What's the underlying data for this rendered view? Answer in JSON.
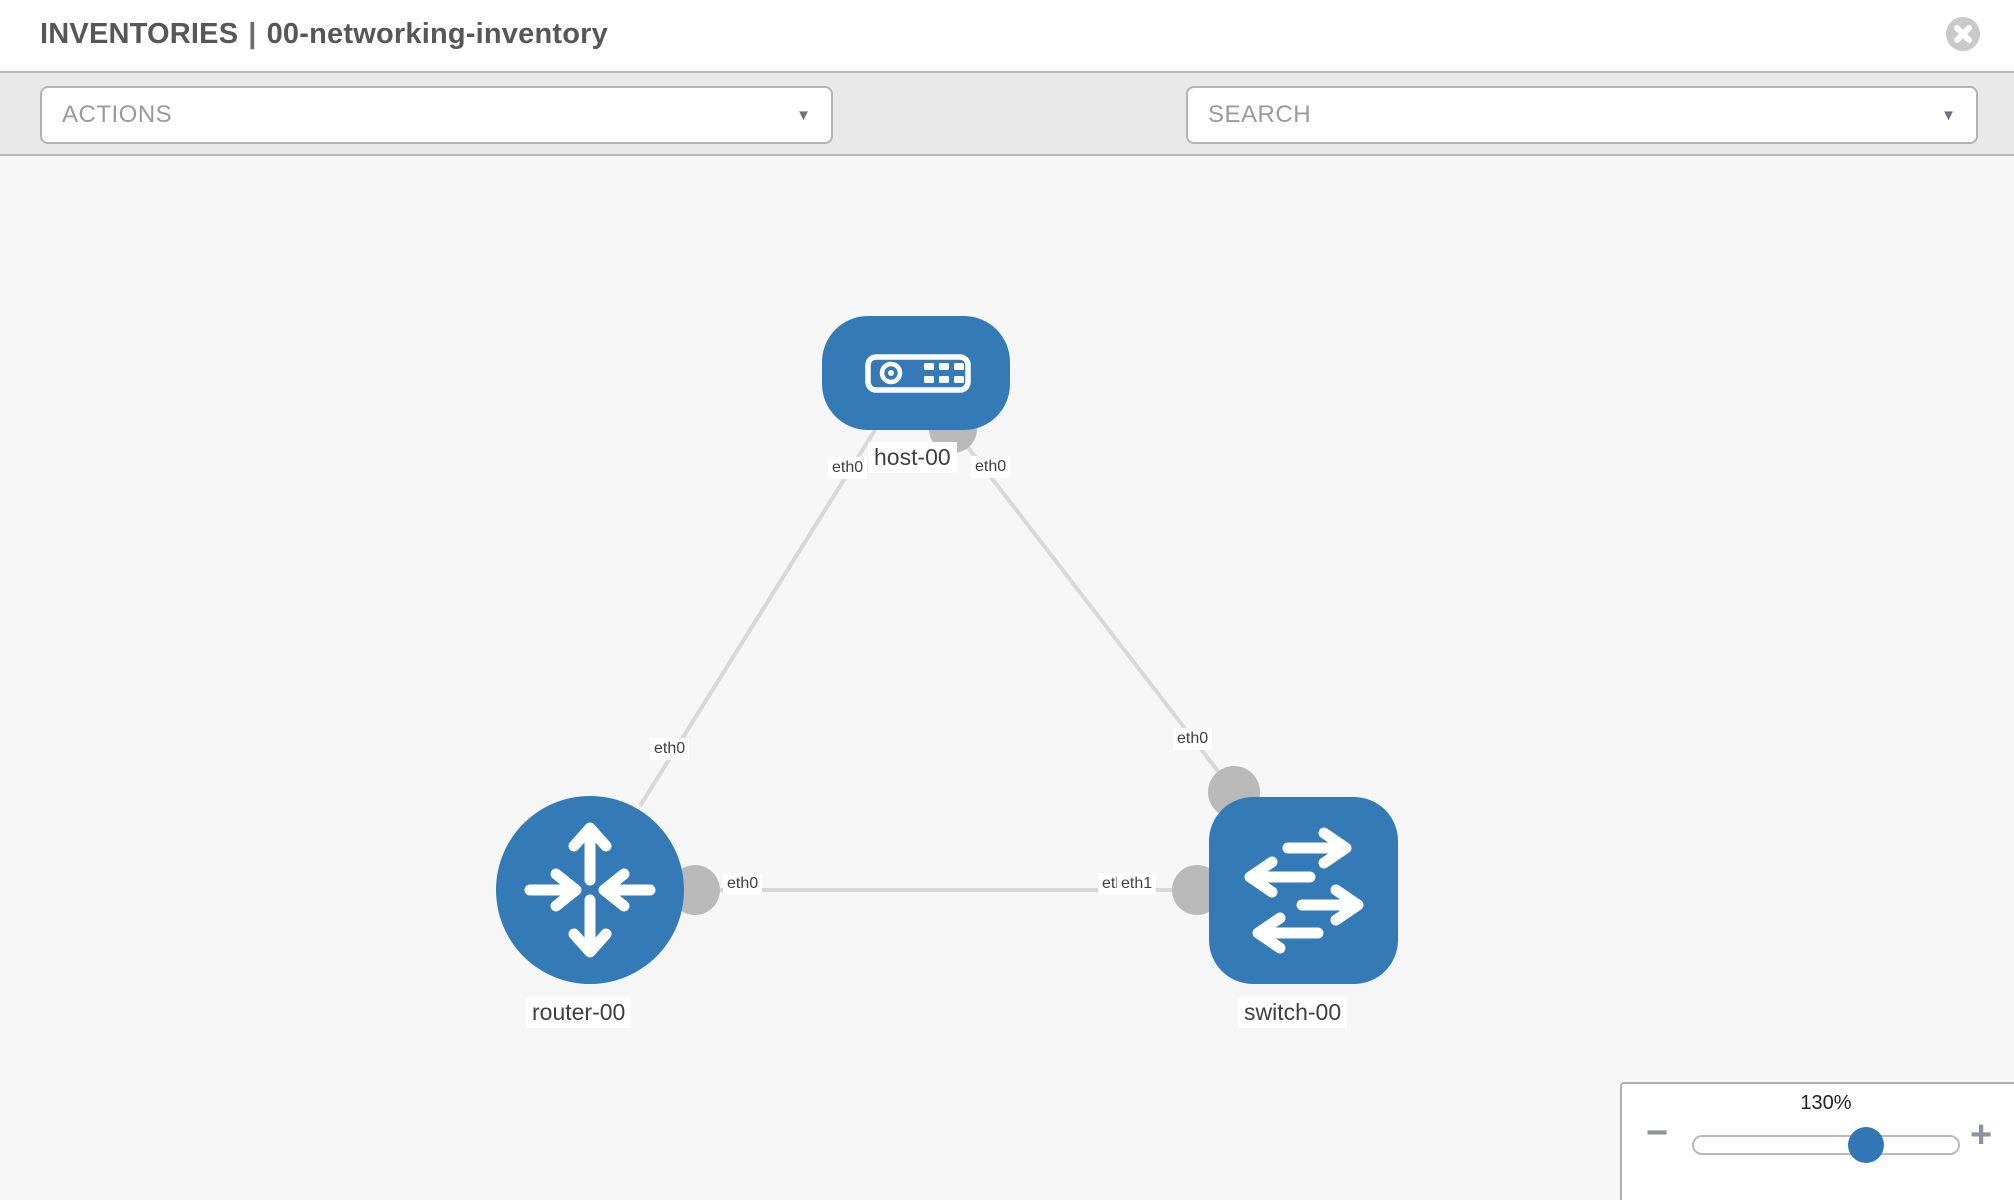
{
  "header": {
    "section": "INVENTORIES",
    "separator": "|",
    "inventory_name": "00-networking-inventory"
  },
  "toolbar": {
    "actions_label": "ACTIONS",
    "search_label": "SEARCH"
  },
  "icons": {
    "caret_down": "▼",
    "minus": "−",
    "plus": "+",
    "close": "close-icon",
    "wrench": "wrench-icon",
    "key": "key-icon"
  },
  "colors": {
    "node_blue": "#337ab7",
    "link": "#d8d8d8",
    "endpoint": "#b9b9b9",
    "toolbar_bg": "#e9e9e9",
    "canvas_bg": "#f6f6f6",
    "icon_gray": "#8b909a",
    "handle_blue": "#3277b5"
  },
  "topology": {
    "nodes": {
      "host": {
        "label": "host-00",
        "type": "host"
      },
      "router": {
        "label": "router-00",
        "type": "router"
      },
      "switch": {
        "label": "switch-00",
        "type": "switch"
      }
    },
    "links": [
      {
        "source": "host-00",
        "target": "router-00"
      },
      {
        "source": "host-00",
        "target": "switch-00"
      },
      {
        "source": "router-00",
        "target": "switch-00"
      }
    ],
    "interfaces": {
      "host_router_host_end": "eth0",
      "host_switch_host_end": "eth0",
      "host_router_router_end": "eth0",
      "host_switch_switch_end": "eth0",
      "router_switch_router_end": "eth0",
      "router_switch_switch_end_under": "eth0",
      "router_switch_switch_end": "eth1"
    }
  },
  "zoom_control": {
    "level": "130%"
  }
}
